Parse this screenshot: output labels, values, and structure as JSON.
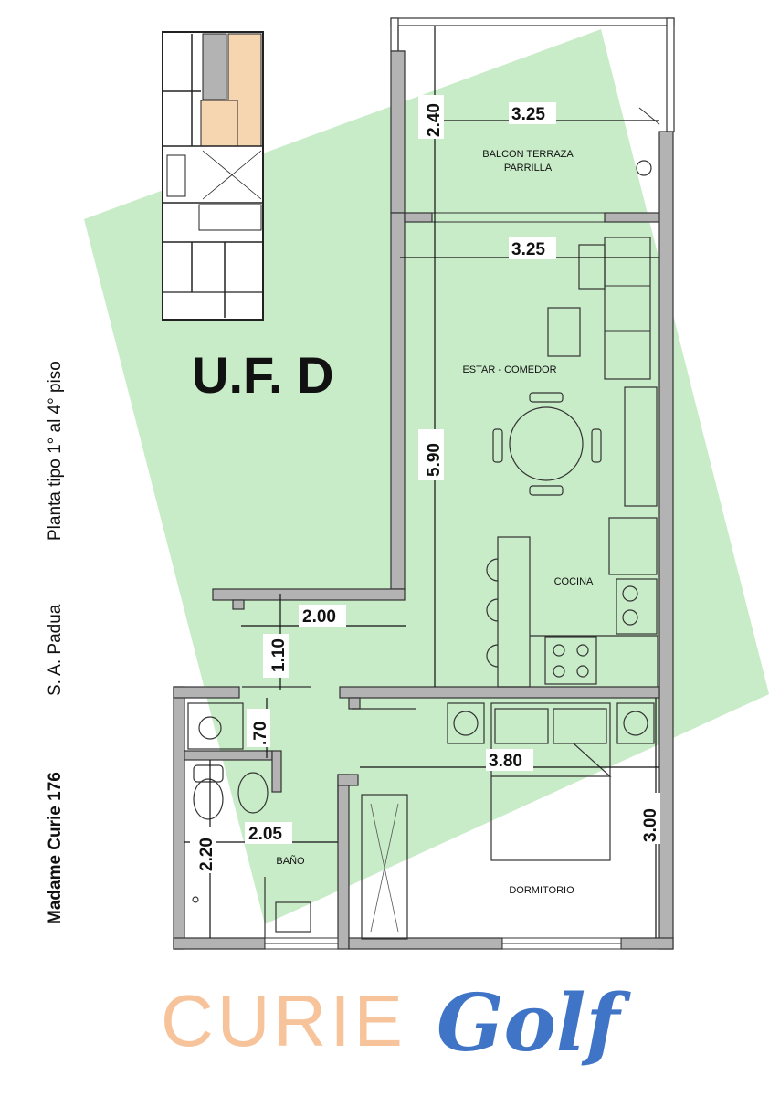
{
  "unit_title": "U.F. D",
  "side_info": {
    "address": "Madame Curie 176",
    "locality": "S. A. Padua",
    "floor_type": "Planta tipo  1° al 4° piso"
  },
  "rooms": {
    "balcony": [
      "BALCON TERRAZA",
      "PARRILLA"
    ],
    "living": "ESTAR - COMEDOR",
    "kitchen": "COCINA",
    "bathroom": "BAÑO",
    "bedroom": "DORMITORIO"
  },
  "dimensions": {
    "balcony_depth": "2.40",
    "balcony_width": "3.25",
    "living_width": "3.25",
    "living_depth": "5.90",
    "hall_width": "2.00",
    "hall_depth": "1.10",
    "toilet_width": ".70",
    "bedroom_width": "3.80",
    "bedroom_depth": "3.00",
    "bath_width": "2.05",
    "bath_depth": "2.20"
  },
  "brand": {
    "word1": "CURIE",
    "word2": "Golf",
    "color1": "#f7c39b",
    "color2": "#3f74c6"
  },
  "colors": {
    "highlight": "#c8ebc8",
    "wall": "#b3b3b3"
  }
}
